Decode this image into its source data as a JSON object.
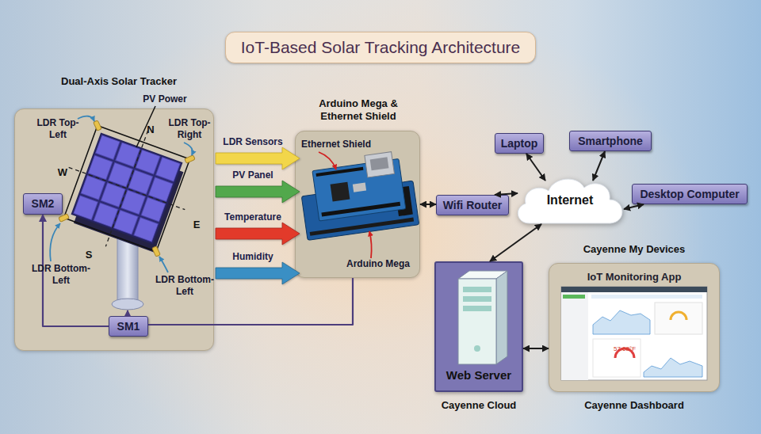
{
  "diagram": {
    "title": "IoT-Based Solar Tracking Architecture",
    "nodes": [
      {
        "text": [
          "Dual-Axis Solar Tracker"
        ]
      },
      {
        "text": [
          "SM2"
        ],
        "in": 0
      },
      {
        "text": [
          "SM1"
        ],
        "in": 0
      },
      {
        "text": [
          "Arduino Mega & Ethernet Shield"
        ]
      },
      {
        "text": [
          "Laptop"
        ]
      },
      {
        "text": [
          "Smartphone"
        ]
      },
      {
        "text": [
          "Wifi Router"
        ]
      },
      {
        "text": [
          "Internet"
        ]
      },
      {
        "text": [
          "Desktop Computer"
        ]
      },
      {
        "text": [
          "Web Server",
          "Cayenne Cloud"
        ]
      },
      {
        "text": [
          "Cayenne My Devices",
          "IoT Monitoring App",
          "Cayenne Dashboard"
        ]
      }
    ],
    "edges": [
      {
        "from": 0,
        "to": 3,
        "arrow": "to",
        "label": "LDR Sensors"
      },
      {
        "from": 0,
        "to": 3,
        "arrow": "to",
        "label": "PV Panel"
      },
      {
        "from": 0,
        "to": 3,
        "arrow": "to",
        "label": "Temperature"
      },
      {
        "from": 0,
        "to": 3,
        "arrow": "to",
        "label": "Humidity"
      },
      {
        "from": 3,
        "to": 2,
        "arrow": "none"
      },
      {
        "from": 2,
        "to": 1,
        "arrow": "to"
      },
      {
        "from": 3,
        "to": 6,
        "arrow": "both"
      },
      {
        "from": 6,
        "to": 7,
        "arrow": "both"
      },
      {
        "from": 4,
        "to": 7,
        "arrow": "both"
      },
      {
        "from": 5,
        "to": 7,
        "arrow": "both"
      },
      {
        "from": 8,
        "to": 7,
        "arrow": "both"
      },
      {
        "from": 7,
        "to": 9,
        "arrow": "both"
      },
      {
        "from": 9,
        "to": 10,
        "arrow": "both"
      }
    ],
    "labels": [
      "PV Power",
      "LDR Top-Left",
      "LDR Top-Right",
      "N",
      "W",
      "E",
      "S",
      "LDR Bottom-Left",
      "LDR Bottom-Left",
      "Ethernet Shield",
      "Arduino Mega",
      "57.68°F"
    ]
  }
}
